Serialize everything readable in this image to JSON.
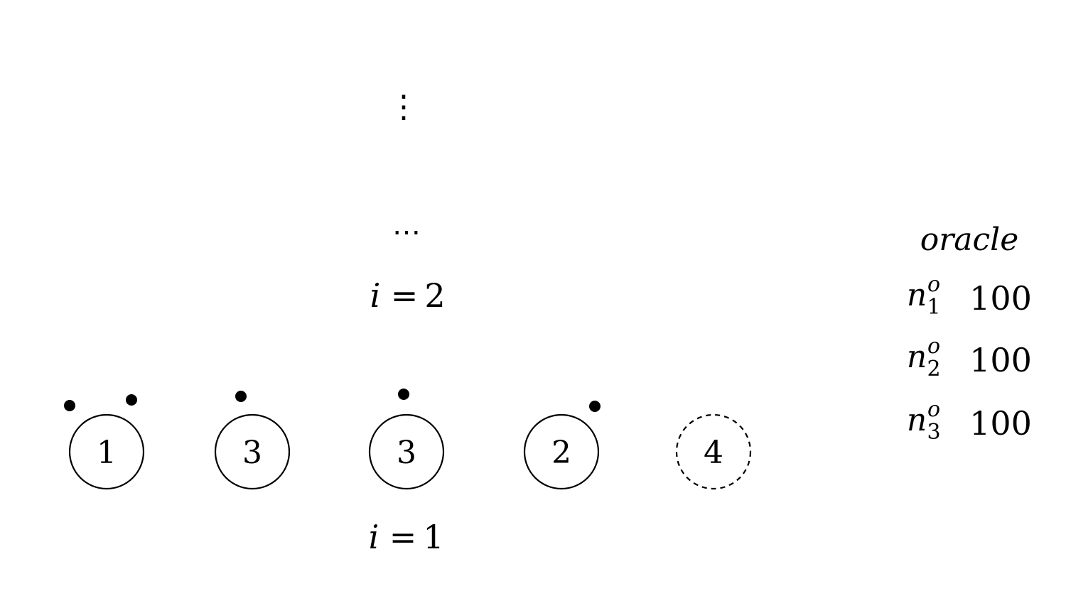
{
  "diagram": {
    "vdots": "⋮",
    "hdots": "⋯",
    "level_labels": {
      "upper": {
        "variable": "i",
        "equals": "=",
        "value": "2"
      },
      "lower": {
        "variable": "i",
        "equals": "=",
        "value": "1"
      }
    },
    "nodes": [
      {
        "label": "1",
        "style": "solid",
        "dots": 2
      },
      {
        "label": "3",
        "style": "solid",
        "dots": 1
      },
      {
        "label": "3",
        "style": "solid",
        "dots": 1
      },
      {
        "label": "2",
        "style": "solid",
        "dots": 1
      },
      {
        "label": "4",
        "style": "dashed",
        "dots": 0
      }
    ],
    "oracle": {
      "title": "oracle",
      "rows": [
        {
          "symbol": "n",
          "superscript": "o",
          "subscript": "1",
          "value": "100"
        },
        {
          "symbol": "n",
          "superscript": "o",
          "subscript": "2",
          "value": "100"
        },
        {
          "symbol": "n",
          "superscript": "o",
          "subscript": "3",
          "value": "100"
        }
      ]
    }
  }
}
